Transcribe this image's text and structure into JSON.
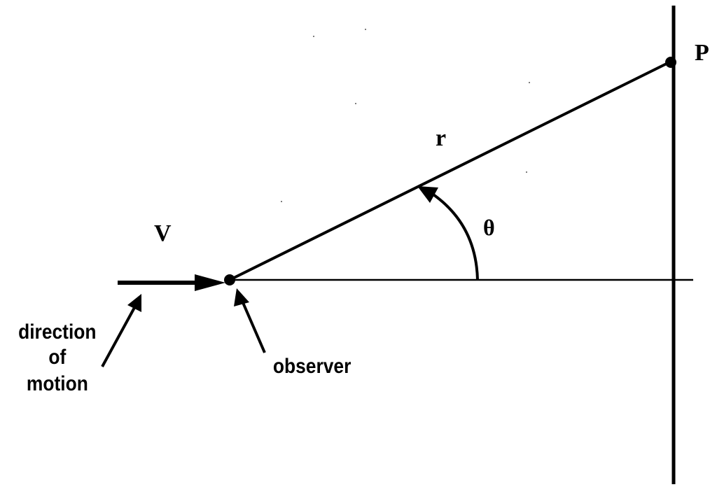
{
  "diagram": {
    "labels": {
      "velocity": "V",
      "distance": "r",
      "angle": "θ",
      "point": "P",
      "observer": "observer",
      "direction_line1": "direction",
      "direction_line2": "of",
      "direction_line3": "motion"
    },
    "colors": {
      "ink": "#000000",
      "background": "#ffffff"
    }
  }
}
